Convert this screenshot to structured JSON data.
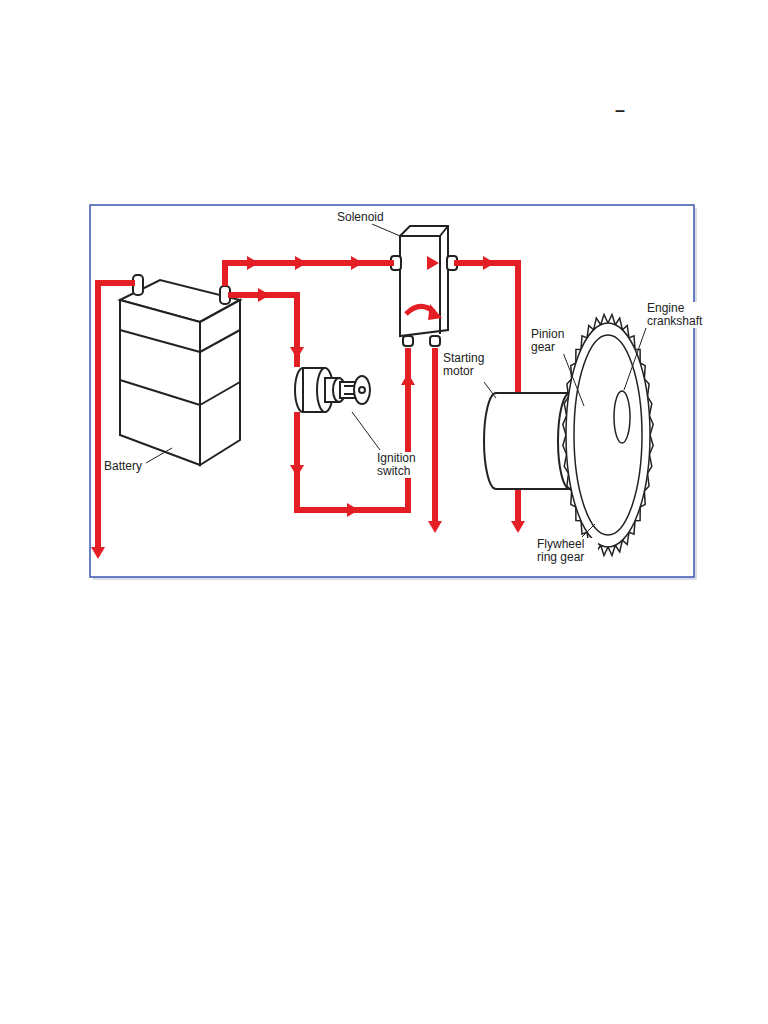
{
  "diagram": {
    "labels": [
      "–",
      "Solenoid",
      "Battery",
      "Ignition switch",
      "Starting motor",
      "Pinion gear",
      "Engine crankshaft",
      "Flywheel ring gear"
    ]
  }
}
